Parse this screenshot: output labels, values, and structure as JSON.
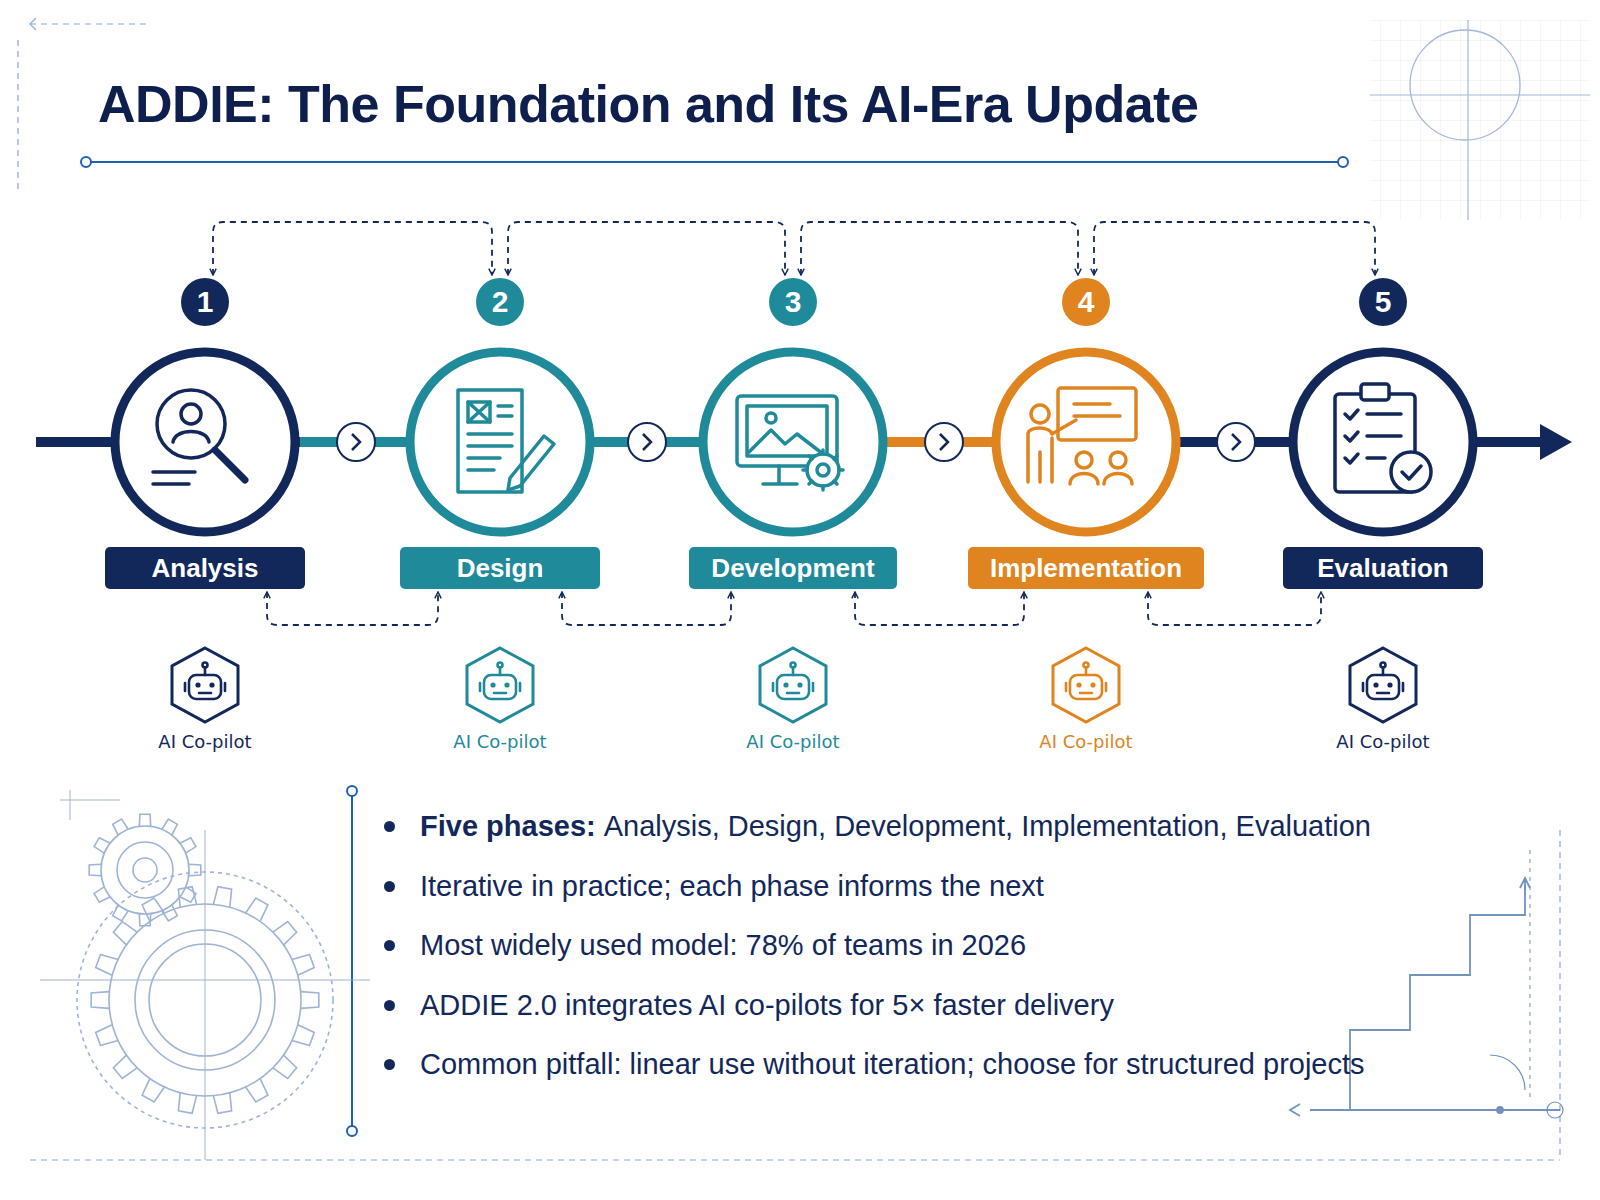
{
  "diagram": {
    "title": "ADDIE: The Foundation and Its AI-Era Update",
    "nodes": [
      {
        "text": [
          "1"
        ]
      },
      {
        "text": [
          "Analysis"
        ]
      },
      {
        "text": [
          "AI Co-pilot"
        ]
      },
      {
        "text": [
          "2"
        ]
      },
      {
        "text": [
          "Design"
        ]
      },
      {
        "text": [
          "AI Co-pilot"
        ]
      },
      {
        "text": [
          "3"
        ]
      },
      {
        "text": [
          "Development"
        ]
      },
      {
        "text": [
          "AI Co-pilot"
        ]
      },
      {
        "text": [
          "4"
        ]
      },
      {
        "text": [
          "Implementation"
        ]
      },
      {
        "text": [
          "AI Co-pilot"
        ]
      },
      {
        "text": [
          "5"
        ]
      },
      {
        "text": [
          "Evaluation"
        ]
      },
      {
        "text": [
          "AI Co-pilot"
        ]
      }
    ],
    "edges": [
      {
        "from": 0,
        "to": 3,
        "arrow": "both"
      },
      {
        "from": 3,
        "to": 6,
        "arrow": "both"
      },
      {
        "from": 6,
        "to": 9,
        "arrow": "both"
      },
      {
        "from": 9,
        "to": 12,
        "arrow": "both"
      },
      {
        "from": 1,
        "to": 4,
        "arrow": "both"
      },
      {
        "from": 4,
        "to": 7,
        "arrow": "both"
      },
      {
        "from": 7,
        "to": 10,
        "arrow": "both"
      },
      {
        "from": 10,
        "to": 13,
        "arrow": "both"
      }
    ],
    "labels": [
      "Five phases:",
      "Analysis, Design, Development, Implementation, Evaluation",
      "Iterative in practice; each phase informs the next",
      "Most widely used model: 78% of teams in 2026",
      "ADDIE 2.0 integrates AI co-pilots for 5× faster delivery",
      "Common pitfall: linear use without iteration; choose for structured projects"
    ]
  }
}
